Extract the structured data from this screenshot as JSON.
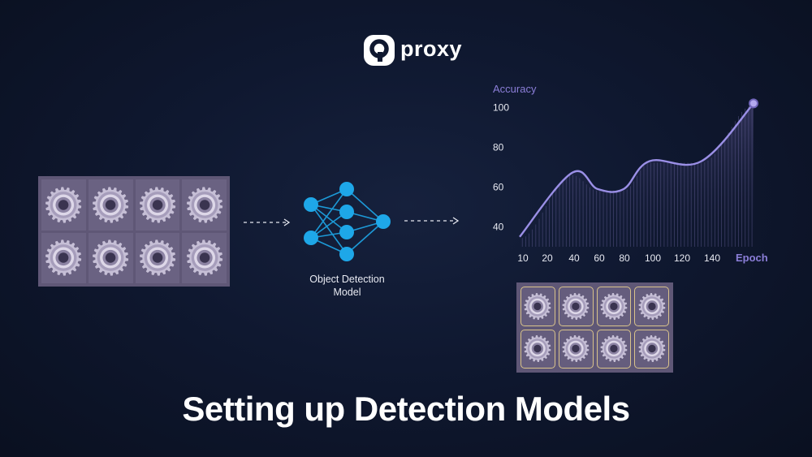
{
  "logo": {
    "text": "proxy"
  },
  "model": {
    "label_line1": "Object Detection",
    "label_line2": "Model"
  },
  "title": "Setting up Detection Models",
  "colors": {
    "accent": "#8b7ed8",
    "node": "#1ea7e8",
    "gear": "#c6bfd6",
    "panel": "#5f5776",
    "box": "#d9c38b"
  },
  "chart_data": {
    "type": "area",
    "ylabel": "Accuracy",
    "xlabel": "Epoch",
    "x_ticks": [
      "10",
      "20",
      "40",
      "60",
      "80",
      "100",
      "120",
      "140"
    ],
    "y_ticks": [
      "40",
      "60",
      "80",
      "100"
    ],
    "ylim": [
      30,
      105
    ],
    "xlim": [
      0,
      180
    ],
    "series": [
      {
        "x": [
          0,
          40,
          60,
          80,
          100,
          140,
          180
        ],
        "y": [
          35,
          67,
          59,
          59,
          73,
          73,
          102
        ]
      }
    ]
  }
}
